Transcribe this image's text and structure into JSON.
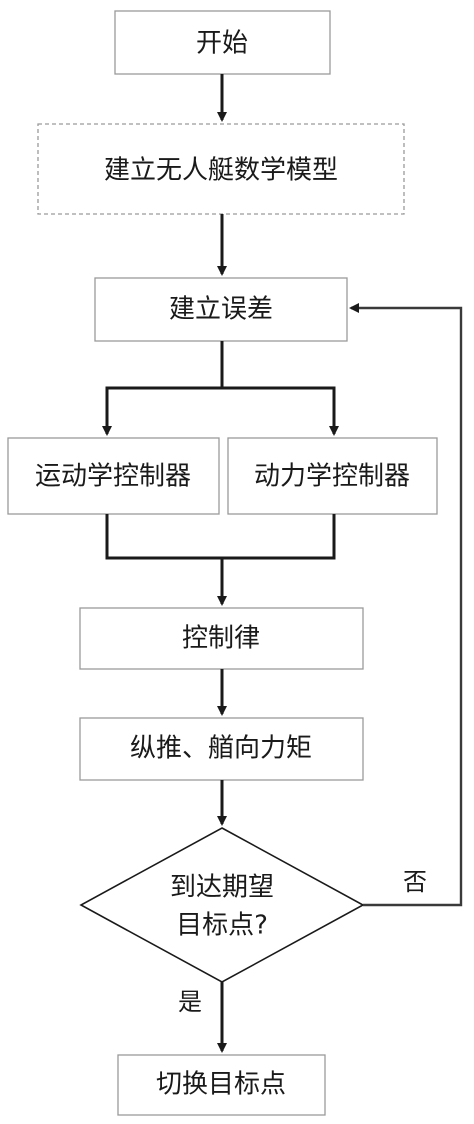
{
  "nodes": {
    "start": "开始",
    "model": "建立无人艇数学模型",
    "error": "建立误差",
    "kinematic": "运动学控制器",
    "dynamic": "动力学控制器",
    "law": "控制律",
    "thrust": "纵推、艏向力矩",
    "decision_line1": "到达期望",
    "decision_line2": "目标点?",
    "switch": "切换目标点"
  },
  "edges": {
    "no_label": "否",
    "yes_label": "是"
  },
  "colors": {
    "line": "#1a1a1a",
    "box_border": "#9a9a9a"
  }
}
